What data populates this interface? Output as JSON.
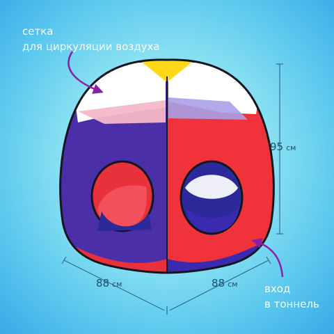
{
  "annotations": {
    "mesh_caption": [
      "сетка",
      "для циркуляции воздуха"
    ],
    "tunnel_caption": [
      "вход",
      "в тоннель"
    ]
  },
  "dimensions": {
    "height": {
      "value": "95",
      "unit": "см"
    },
    "width_left": {
      "value": "88",
      "unit": "см"
    },
    "width_right": {
      "value": "88",
      "unit": "см"
    }
  },
  "colors": {
    "tent_blue": "#4a2fa8",
    "tent_red": "#f0333a",
    "tent_yellow": "#ffd81a",
    "mesh_white": "#ffffff",
    "arrow_purple": "#8a1fa8",
    "dimension_line": "#2e6e8e"
  },
  "icons": [
    "curved-arrow-icon"
  ]
}
